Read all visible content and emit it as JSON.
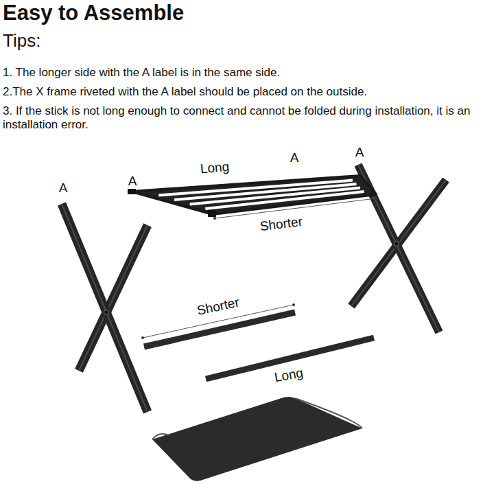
{
  "diagram": {
    "title": "Easy to Assemble",
    "labels": [
      "Tips:",
      "1. The longer side with the A label is in the same side.",
      "2.The X frame riveted with the A label should be placed on the outside.",
      "3. If the stick is not long enough to connect and cannot be folded during installation, it is an installation error.",
      "A",
      "A",
      "Long",
      "A",
      "A",
      "Shorter",
      "Shorter",
      "Long"
    ]
  }
}
